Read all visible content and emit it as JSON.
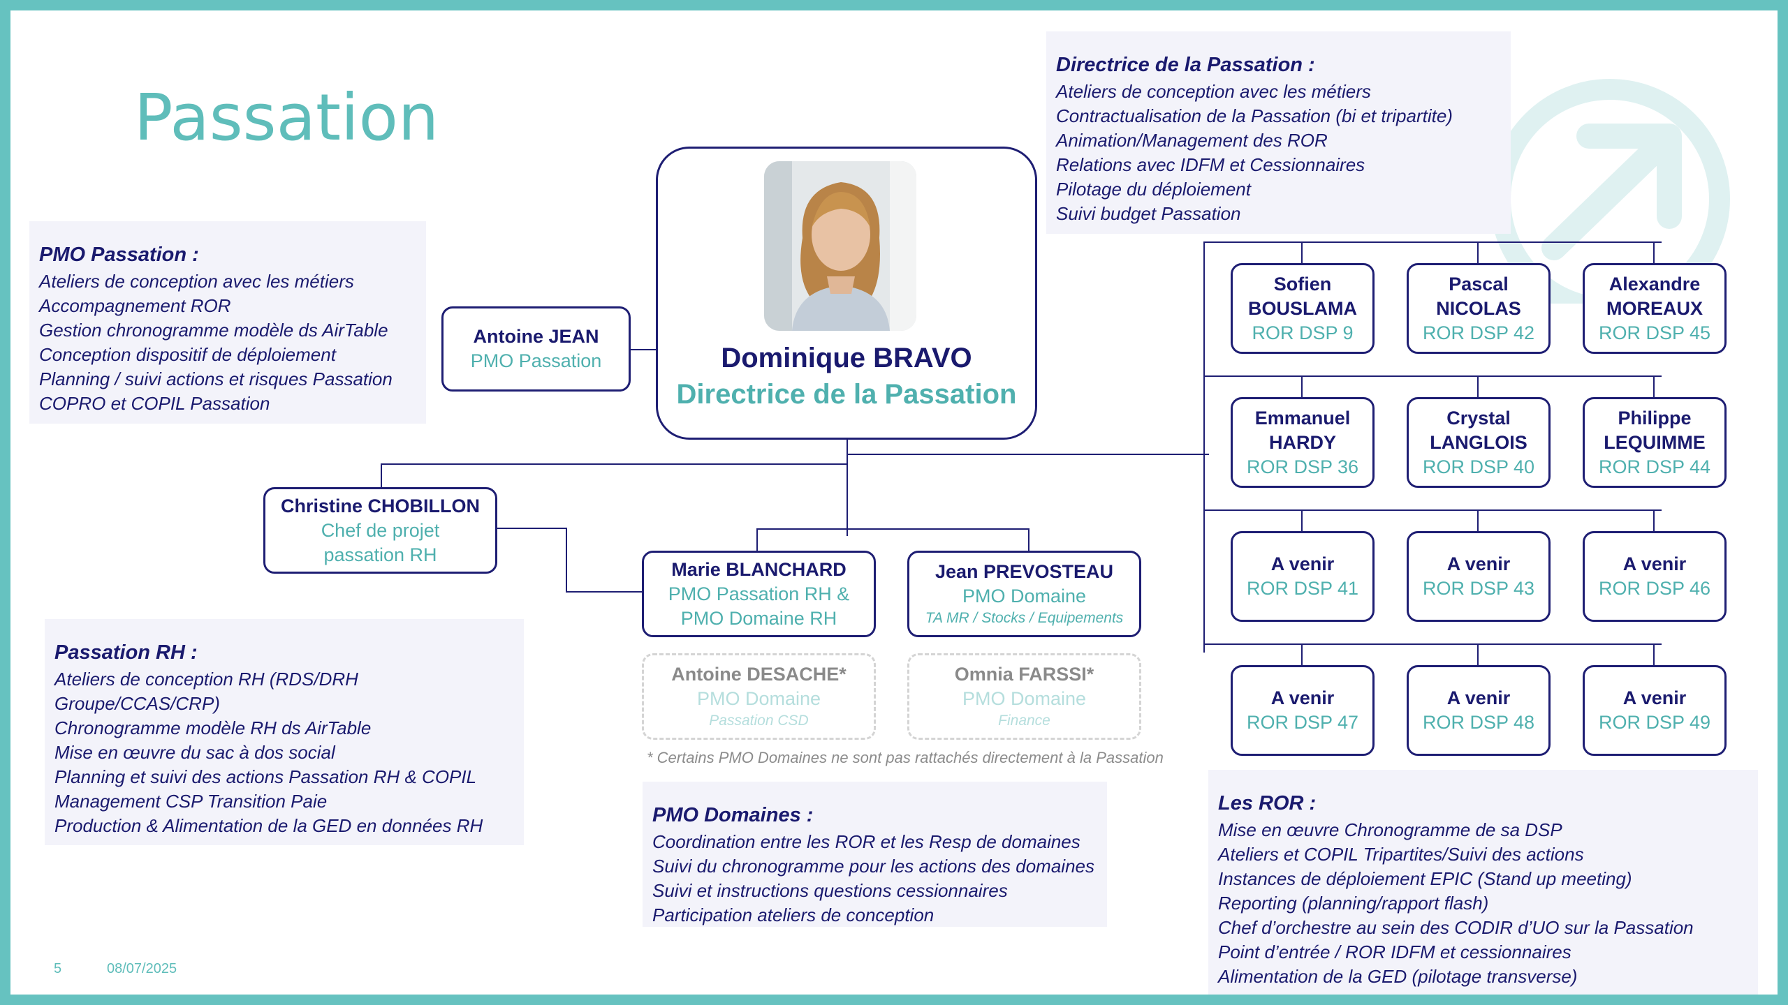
{
  "title": "Passation",
  "footer": {
    "page": "5",
    "date": "08/07/2025"
  },
  "colors": {
    "navy": "#1e1e73",
    "teal": "#5fbdba",
    "frame": "#66c2c0",
    "panel_bg": "#f3f3fa"
  },
  "panels": {
    "directrice": {
      "heading": "Directrice de la Passation :",
      "lines": [
        "Ateliers de conception avec les métiers",
        "Contractualisation de la Passation (bi et tripartite)",
        "Animation/Management des ROR",
        "Relations avec IDFM et Cessionnaires",
        "Pilotage du déploiement",
        "Suivi budget Passation"
      ]
    },
    "pmo_passation": {
      "heading": "PMO Passation :",
      "lines": [
        "Ateliers de conception avec les métiers",
        "Accompagnement ROR",
        "Gestion chronogramme modèle ds AirTable",
        "Conception dispositif de déploiement",
        "Planning / suivi actions et risques Passation",
        "COPRO et COPIL Passation"
      ]
    },
    "passation_rh": {
      "heading": "Passation RH :",
      "lines": [
        "Ateliers de conception RH (RDS/DRH",
        "Groupe/CCAS/CRP)",
        "Chronogramme modèle RH ds AirTable",
        "Mise en œuvre du sac à dos social",
        "Planning et suivi des actions Passation RH & COPIL",
        "Management CSP Transition Paie",
        "Production & Alimentation de la GED en données RH"
      ]
    },
    "pmo_domaines": {
      "heading": "PMO Domaines :",
      "lines": [
        "Coordination entre les ROR et les Resp de domaines",
        "Suivi du chronogramme pour les actions des domaines",
        "Suivi et instructions questions cessionnaires",
        "Participation ateliers de conception"
      ]
    },
    "les_ror": {
      "heading": "Les ROR :",
      "lines": [
        "Mise en œuvre Chronogramme de sa DSP",
        "Ateliers et COPIL Tripartites/Suivi des actions",
        "Instances de déploiement EPIC (Stand up meeting)",
        "Reporting (planning/rapport flash)",
        "Chef d’orchestre au sein des CODIR d’UO sur la Passation",
        "Point d’entrée / ROR IDFM et cessionnaires",
        "Alimentation de la GED (pilotage transverse)"
      ]
    }
  },
  "director": {
    "name": "Dominique BRAVO",
    "role": "Directrice de la Passation"
  },
  "people": {
    "antoine_jean": {
      "name": "Antoine JEAN",
      "role": "PMO Passation"
    },
    "christine": {
      "name": "Christine CHOBILLON",
      "role1": "Chef de projet",
      "role2": "passation RH"
    },
    "marie": {
      "name": "Marie BLANCHARD",
      "role1": "PMO Passation RH &",
      "role2": "PMO Domaine RH"
    },
    "jean": {
      "name": "Jean PREVOSTEAU",
      "role": "PMO Domaine",
      "sub": "TA MR / Stocks / Equipements"
    },
    "antoine_desache": {
      "name": "Antoine DESACHE*",
      "role": "PMO Domaine",
      "sub": "Passation CSD"
    },
    "omnia": {
      "name": "Omnia FARSSI*",
      "role": "PMO Domaine",
      "sub": "Finance"
    }
  },
  "note": "* Certains PMO Domaines ne sont pas rattachés directement à la Passation",
  "ror": [
    [
      {
        "n1": "Sofien",
        "n2": "BOUSLAMA",
        "dsp": "ROR DSP 9"
      },
      {
        "n1": "Pascal",
        "n2": "NICOLAS",
        "dsp": "ROR DSP 42"
      },
      {
        "n1": "Alexandre",
        "n2": "MOREAUX",
        "dsp": "ROR DSP 45"
      }
    ],
    [
      {
        "n1": "Emmanuel",
        "n2": "HARDY",
        "dsp": "ROR DSP 36"
      },
      {
        "n1": "Crystal",
        "n2": "LANGLOIS",
        "dsp": "ROR DSP 40"
      },
      {
        "n1": "Philippe",
        "n2": "LEQUIMME",
        "dsp": "ROR DSP 44"
      }
    ],
    [
      {
        "n1": "A venir",
        "dsp": "ROR DSP 41"
      },
      {
        "n1": "A venir",
        "dsp": "ROR DSP 43"
      },
      {
        "n1": "A venir",
        "dsp": "ROR DSP 46"
      }
    ],
    [
      {
        "n1": "A venir",
        "dsp": "ROR DSP 47"
      },
      {
        "n1": "A venir",
        "dsp": "ROR DSP 48"
      },
      {
        "n1": "A venir",
        "dsp": "ROR DSP 49"
      }
    ]
  ]
}
